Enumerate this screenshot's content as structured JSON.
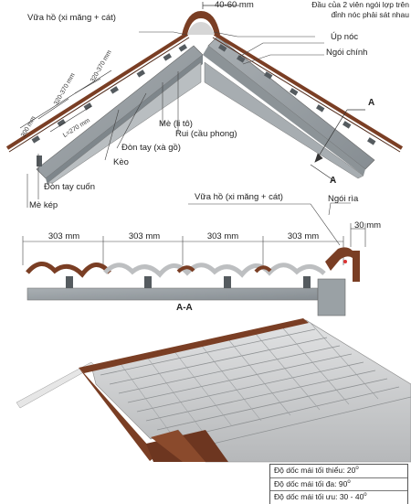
{
  "top_section": {
    "ridge_gap": "40-60 mm",
    "ridge_note_line1": "Đầu của 2 viên ngói lợp trên",
    "ridge_note_line2": "đỉnh nóc phải sát nhau",
    "mortar": "Vữa hồ (xi măng + cát)",
    "ridge_tile": "Úp nóc",
    "main_tile": "Ngói chính",
    "rafter_batten": "Rui (cầu phong)",
    "batten": "Mè (li tô)",
    "purlin": "Đòn tay (xà gồ)",
    "truss": "Kèo",
    "eave_purlin": "Đòn tay cuốn",
    "double_batten": "Mè kép",
    "dim_300": "300 mm",
    "dim_320_370_a": "320-370 mm",
    "dim_320_370_b": "320-370 mm",
    "dim_lt": "L=270 mm",
    "section_mark_top": "A",
    "section_mark_bottom": "A"
  },
  "section_aa": {
    "mortar": "Vữa hồ (xi măng + cát)",
    "edge_tile": "Ngói rìa",
    "dim_30": "30 mm",
    "spacings": [
      "303 mm",
      "303 mm",
      "303 mm",
      "303 mm"
    ],
    "title": "A-A"
  },
  "slope_notes": {
    "min": "Độ dốc mái tối thiểu: 20",
    "max": "Độ dốc mái tối đa: 90",
    "optimal": "Độ dốc mái tối ưu:  30 - 40",
    "degree": "o"
  },
  "colors": {
    "tile_brown": "#7a3e24",
    "tile_grey": "#c9cbcc",
    "timber_grey": "#9aa1a5",
    "batten_dark": "#555b5f"
  }
}
